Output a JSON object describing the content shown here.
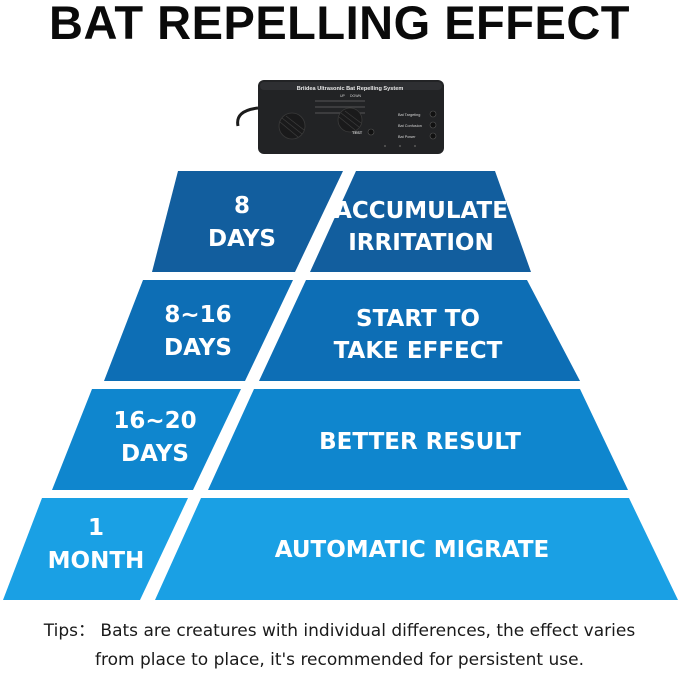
{
  "title": "BAT REPELLING EFFECT",
  "device": {
    "name": "Briidea Ultrasonic Bat Repelling System",
    "labels": {
      "up": "UP",
      "down": "DOWN",
      "bat_targeting": "Bat Targeting",
      "bat_confusion": "Bat Confusion",
      "bat_power": "Bat Power",
      "test": "TEST"
    }
  },
  "stages": [
    {
      "duration_line1": "8",
      "duration_line2": "DAYS",
      "effect_line1": "ACCUMULATE",
      "effect_line2": "IRRITATION",
      "color_left": "#125e9e",
      "color_right": "#125e9e"
    },
    {
      "duration_line1": "8~16",
      "duration_line2": "DAYS",
      "effect_line1": "START TO",
      "effect_line2": "TAKE EFFECT",
      "color_left": "#0d6eb5",
      "color_right": "#0d6eb5"
    },
    {
      "duration_line1": "16~20",
      "duration_line2": "DAYS",
      "effect_line1": "BETTER RESULT",
      "effect_line2": "",
      "color_left": "#0f86ce",
      "color_right": "#0f86ce"
    },
    {
      "duration_line1": "1",
      "duration_line2": "MONTH",
      "effect_line1": "AUTOMATIC MIGRATE",
      "effect_line2": "",
      "color_left": "#1aa0e4",
      "color_right": "#1aa0e4"
    }
  ],
  "tips": {
    "line1": "Tips： Bats are creatures with individual differences, the effect varies",
    "line2": "from place to place, it's recommended for persistent use."
  }
}
